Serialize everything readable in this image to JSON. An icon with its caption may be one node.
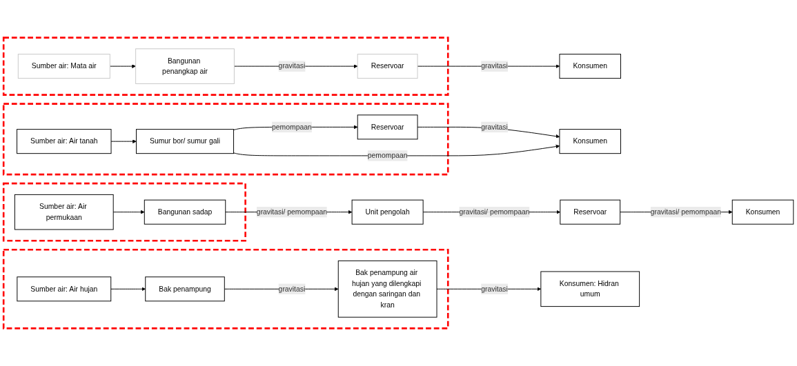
{
  "diagram": {
    "nodes": [
      {
        "text": [],
        "shape": "box"
      },
      {
        "text": [
          "Sumber air: Mata air"
        ],
        "in": 0
      },
      {
        "text": [
          "Bangunan penangkap air"
        ],
        "in": 0
      },
      {
        "text": [
          "Reservoar"
        ],
        "in": 0
      },
      {
        "text": [
          "Konsumen"
        ]
      },
      {
        "text": [],
        "shape": "box"
      },
      {
        "text": [
          "Sumber air: Air tanah"
        ],
        "in": 5
      },
      {
        "text": [
          "Sumur bor/ sumur gali"
        ],
        "in": 5
      },
      {
        "text": [
          "Reservoar"
        ],
        "in": 5
      },
      {
        "text": [
          "Konsumen"
        ]
      },
      {
        "text": [],
        "shape": "box"
      },
      {
        "text": [
          "Sumber air: Air permukaan"
        ],
        "in": 10
      },
      {
        "text": [
          "Bangunan sadap"
        ],
        "in": 10
      },
      {
        "text": [
          "Unit pengolah"
        ]
      },
      {
        "text": [
          "Reservoar"
        ]
      },
      {
        "text": [
          "Konsumen"
        ]
      },
      {
        "text": [],
        "shape": "box"
      },
      {
        "text": [
          "Sumber air: Air hujan"
        ],
        "in": 16
      },
      {
        "text": [
          "Bak penampung"
        ],
        "in": 16
      },
      {
        "text": [
          "Bak penampung air hujan yang dilengkapi dengan saringan dan kran"
        ],
        "in": 16
      },
      {
        "text": [
          "Konsumen: Hidran umum"
        ]
      }
    ],
    "edges": [
      {
        "from": 1,
        "to": 2,
        "arrow": "to"
      },
      {
        "from": 2,
        "to": 3,
        "label": "gravitasi",
        "arrow": "to"
      },
      {
        "from": 3,
        "to": 4,
        "label": "gravitasi",
        "arrow": "to"
      },
      {
        "from": 6,
        "to": 7,
        "arrow": "to"
      },
      {
        "from": 7,
        "to": 8,
        "label": "pemompaan",
        "arrow": "to"
      },
      {
        "from": 8,
        "to": 9,
        "label": "gravitasi",
        "arrow": "to"
      },
      {
        "from": 7,
        "to": 9,
        "label": "pemompaan",
        "arrow": "to"
      },
      {
        "from": 11,
        "to": 12,
        "arrow": "to"
      },
      {
        "from": 12,
        "to": 13,
        "label": "gravitasi/ pemompaan",
        "arrow": "to"
      },
      {
        "from": 13,
        "to": 14,
        "label": "gravitasi/ pemompaan",
        "arrow": "to"
      },
      {
        "from": 14,
        "to": 15,
        "label": "gravitasi/ pemompaan",
        "arrow": "to"
      },
      {
        "from": 17,
        "to": 18,
        "arrow": "to"
      },
      {
        "from": 18,
        "to": 19,
        "label": "gravitasi",
        "arrow": "to"
      },
      {
        "from": 19,
        "to": 20,
        "label": "gravitasi",
        "arrow": "to"
      }
    ]
  }
}
